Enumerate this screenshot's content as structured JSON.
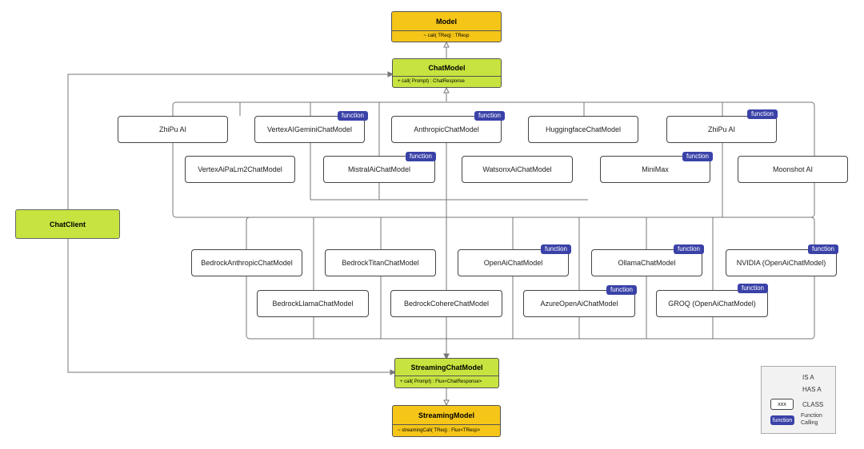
{
  "model": {
    "title": "Model",
    "method": "~ call( TReq) : TResp"
  },
  "chat_model": {
    "title": "ChatModel",
    "method": "+ call( Prompt) : ChatResponse"
  },
  "streaming_chat_model": {
    "title": "StreamingChatModel",
    "method": "+ call( Prompt) : Flux<ChatResponse>"
  },
  "streaming_model": {
    "title": "StreamingModel",
    "method": "~ streamingCall( TReq) : Flux<TResp>"
  },
  "chat_client": {
    "title": "ChatClient"
  },
  "function_badge": "function",
  "upper_group": [
    {
      "label": "ZhiPu AI",
      "function": false
    },
    {
      "label": "VertexAIGeminiChatModel",
      "function": true
    },
    {
      "label": "AnthropicChatModel",
      "function": true
    },
    {
      "label": "HuggingfaceChatModel",
      "function": false
    },
    {
      "label": "ZhiPu AI",
      "function": true
    },
    {
      "label": "VertexAiPaLm2ChatModel",
      "function": false
    },
    {
      "label": "MistralAiChatModel",
      "function": true
    },
    {
      "label": "WatsonxAiChatModel",
      "function": false
    },
    {
      "label": "MiniMax",
      "function": true
    },
    {
      "label": "Moonshot AI",
      "function": false
    }
  ],
  "lower_group": [
    {
      "label": "BedrockAnthropicChatModel",
      "function": false
    },
    {
      "label": "BedrockTitanChatModel",
      "function": false
    },
    {
      "label": "OpenAiChatModel",
      "function": true
    },
    {
      "label": "OllamaChatModel",
      "function": true
    },
    {
      "label": "NVIDIA (OpenAiChatModel)",
      "function": true
    },
    {
      "label": "BedrockLlamaChatModel",
      "function": false
    },
    {
      "label": "BedrockCohereChatModel",
      "function": false
    },
    {
      "label": "AzureOpenAiChatModel",
      "function": true
    },
    {
      "label": "GROQ (OpenAiChatModel)",
      "function": true
    }
  ],
  "legend": {
    "is_a": "IS A",
    "has_a": "HAS A",
    "class_sample": "xxx",
    "class_label": "CLASS",
    "function_sample": "function",
    "function_calling_line1": "Function",
    "function_calling_line2": "Calling"
  },
  "colors": {
    "model": "#f5c518",
    "chat": "#c7e33f",
    "badge": "#3a42a8"
  }
}
